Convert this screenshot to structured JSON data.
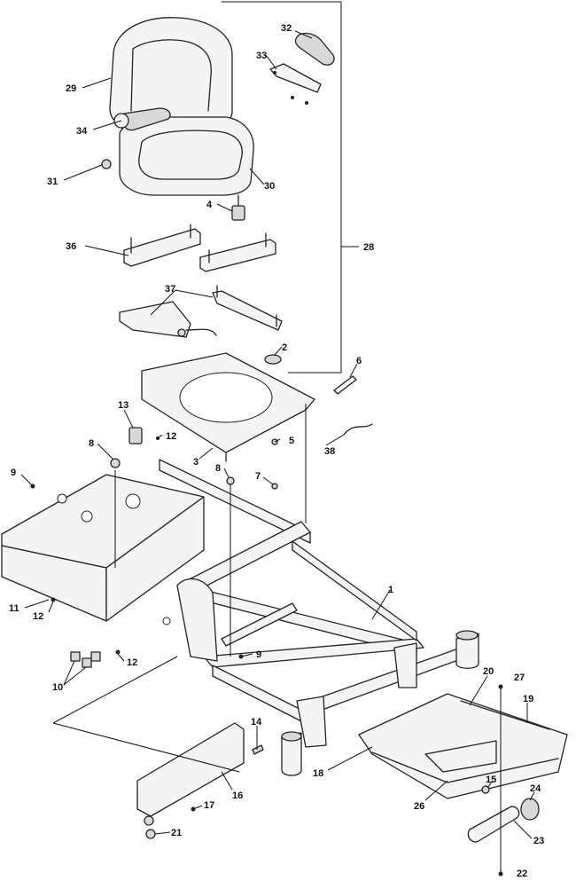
{
  "callouts": {
    "c1": "1",
    "c2": "2",
    "c3": "3",
    "c4": "4",
    "c5": "5",
    "c6": "6",
    "c7": "7",
    "c8a": "8",
    "c8b": "8",
    "c9a": "9",
    "c9b": "9",
    "c10": "10",
    "c11": "11",
    "c12a": "12",
    "c12b": "12",
    "c12c": "12",
    "c13": "13",
    "c14": "14",
    "c15": "15",
    "c16": "16",
    "c17": "17",
    "c18": "18",
    "c19": "19",
    "c20": "20",
    "c21": "21",
    "c22": "22",
    "c23": "23",
    "c24": "24",
    "c26": "26",
    "c27": "27",
    "c28": "28",
    "c29": "29",
    "c30": "30",
    "c31": "31",
    "c32": "32",
    "c33": "33",
    "c34": "34",
    "c36": "36",
    "c37": "37",
    "c38": "38"
  }
}
